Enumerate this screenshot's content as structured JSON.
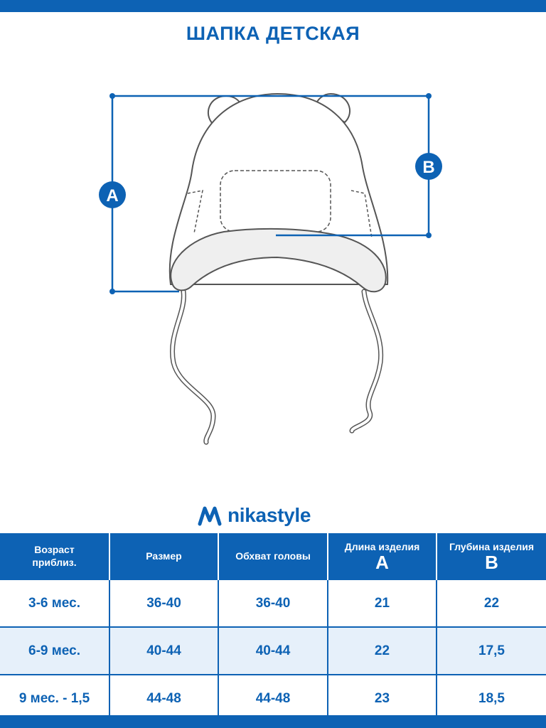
{
  "title": "ШАПКА ДЕТСКАЯ",
  "diagram": {
    "label_a": "A",
    "label_b": "B"
  },
  "brand": {
    "name": "nikastyle"
  },
  "table": {
    "headers": [
      {
        "line1": "Возраст",
        "line2": "приблиз.",
        "big": ""
      },
      {
        "line1": "Размер",
        "line2": "",
        "big": ""
      },
      {
        "line1": "Обхват головы",
        "line2": "",
        "big": ""
      },
      {
        "line1": "Длина изделия",
        "line2": "",
        "big": "A"
      },
      {
        "line1": "Глубина изделия",
        "line2": "",
        "big": "B"
      }
    ],
    "rows": [
      [
        "3-6 мес.",
        "36-40",
        "36-40",
        "21",
        "22"
      ],
      [
        "6-9 мес.",
        "40-44",
        "40-44",
        "22",
        "17,5"
      ],
      [
        "9 мес. - 1,5",
        "44-48",
        "44-48",
        "23",
        "18,5"
      ]
    ]
  },
  "colors": {
    "brand_blue": "#0d62b4",
    "row_tint": "#e6f0fa"
  }
}
